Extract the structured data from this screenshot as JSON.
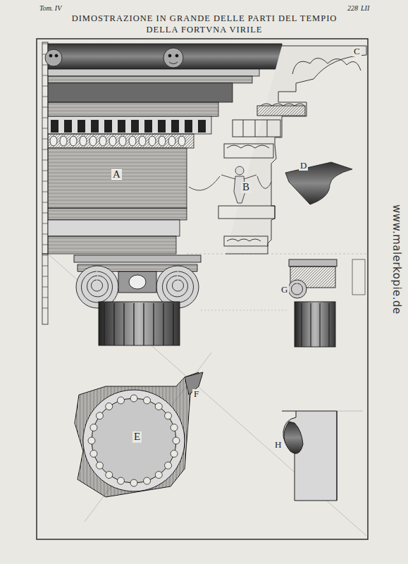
{
  "diagram": {
    "title": "DIMOSTRAZIONE IN GRANDE DELLE PARTI DEL TEMPIO DELLA FORTVNA VIRILE",
    "labels": [
      "Tom. IV",
      "228",
      "LII",
      "A",
      "B",
      "C",
      "D",
      "E",
      "F",
      "G",
      "H",
      "www.malerkopie.de"
    ]
  }
}
